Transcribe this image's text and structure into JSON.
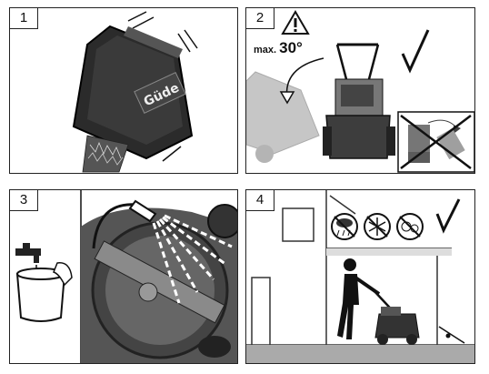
{
  "panels": [
    {
      "number": "1",
      "brand": "Güde"
    },
    {
      "number": "2",
      "max_label": "max.",
      "angle": "30°"
    },
    {
      "number": "3"
    },
    {
      "number": "4"
    }
  ],
  "icons": [
    "warning-triangle-icon",
    "checkmark-icon",
    "rain-icon",
    "frost-icon",
    "children-icon",
    "faucet-icon",
    "bucket-icon",
    "spray-nozzle-icon"
  ]
}
